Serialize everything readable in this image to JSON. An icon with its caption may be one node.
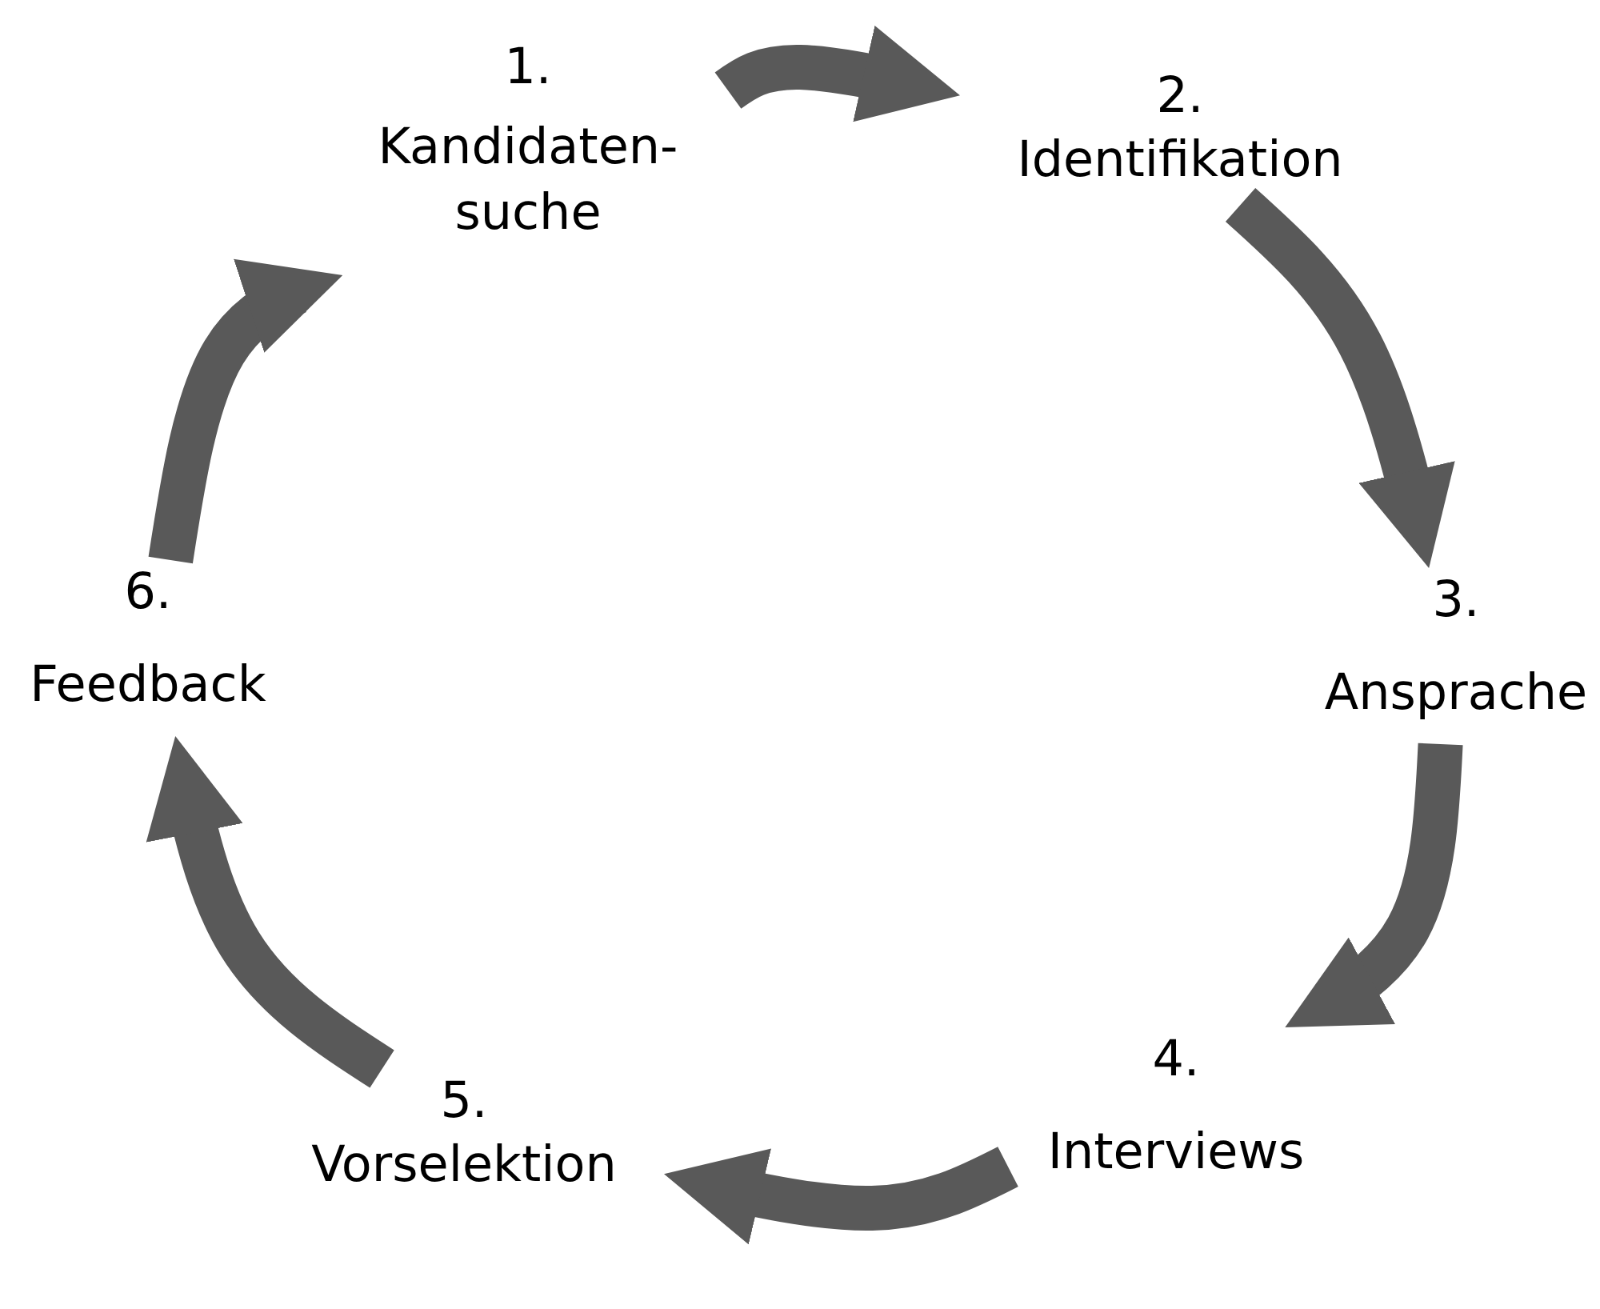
{
  "diagram": {
    "nodes": [
      {
        "text": [
          "1.",
          "Kandidaten- suche"
        ]
      },
      {
        "text": [
          "2.",
          "Identifikation"
        ]
      },
      {
        "text": [
          "3.",
          "Ansprache"
        ]
      },
      {
        "text": [
          "4.",
          "Interviews"
        ]
      },
      {
        "text": [
          "5.",
          "Vorselektion"
        ]
      },
      {
        "text": [
          "6.",
          "Feedback"
        ]
      }
    ],
    "edges": [
      {
        "from": 0,
        "to": 1,
        "arrow": "to"
      },
      {
        "from": 1,
        "to": 2,
        "arrow": "to"
      },
      {
        "from": 2,
        "to": 3,
        "arrow": "to"
      },
      {
        "from": 3,
        "to": 4,
        "arrow": "to"
      },
      {
        "from": 4,
        "to": 5,
        "arrow": "to"
      },
      {
        "from": 5,
        "to": 0,
        "arrow": "to"
      }
    ]
  }
}
